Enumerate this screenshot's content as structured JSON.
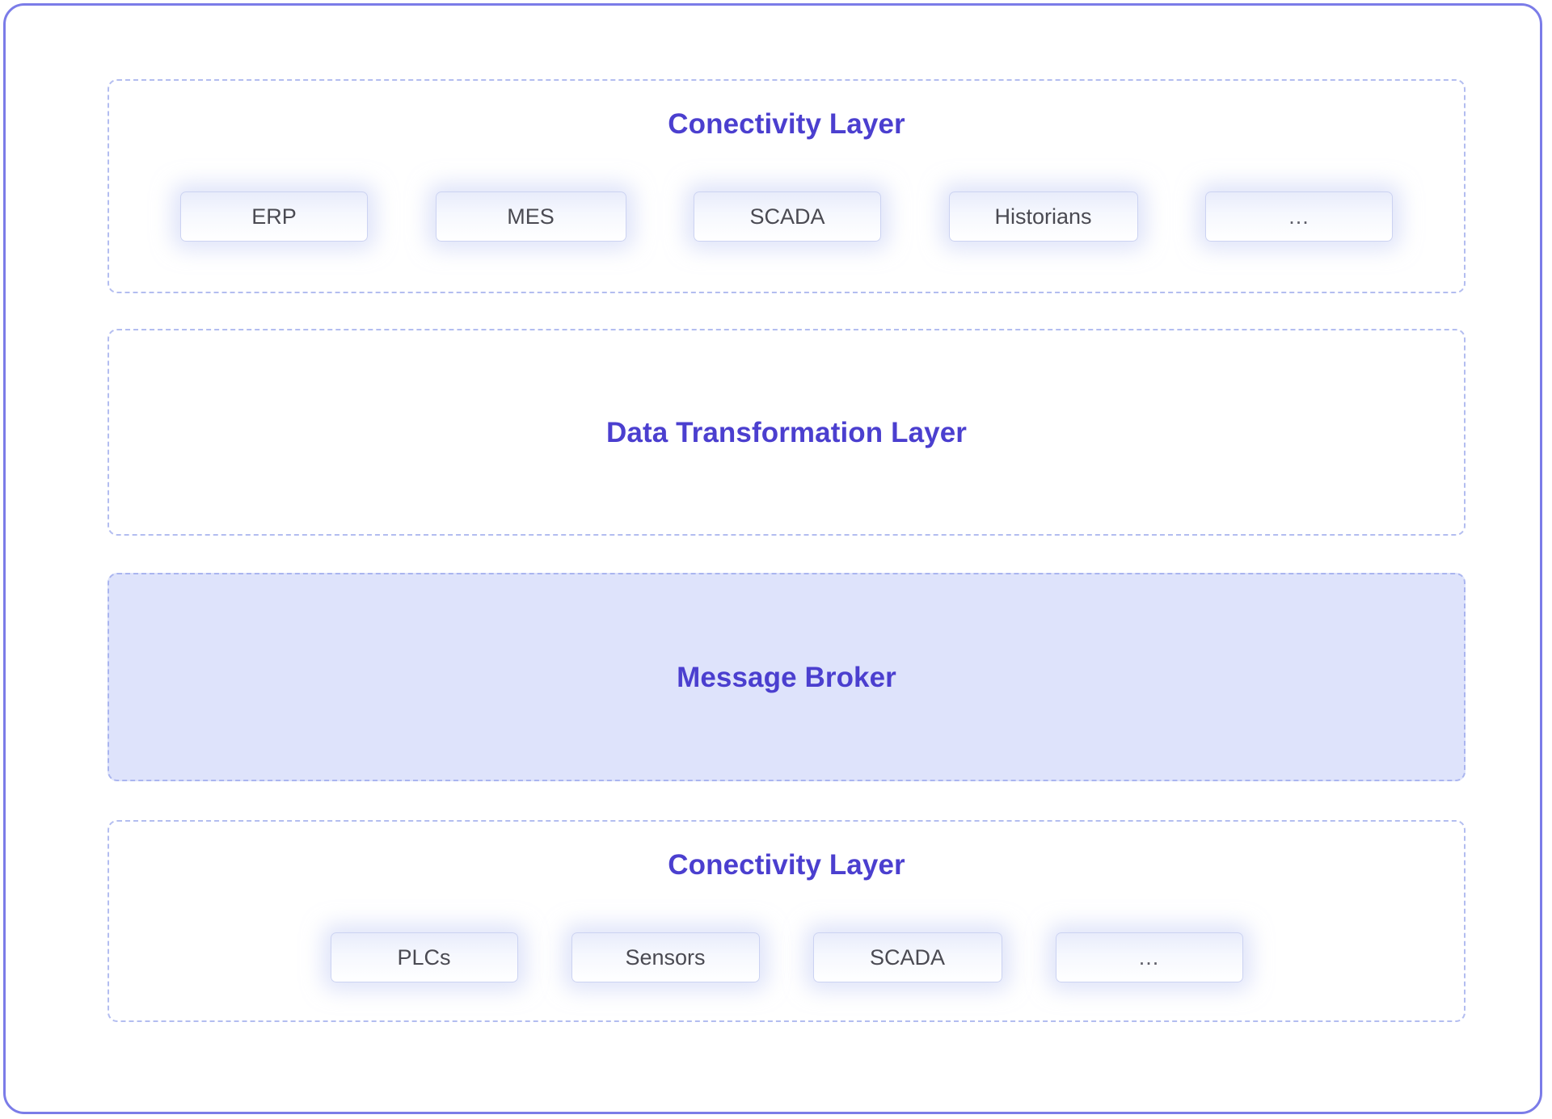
{
  "diagram": {
    "frame_color": "#7b7ce8",
    "accent_color": "#4b3fcf",
    "panel_border_color": "#b3bdf0",
    "highlight_fill": "#dee3fb",
    "node_text_color": "#4a4a52",
    "layers": [
      {
        "id": "connectivity-top",
        "title": "Conectivity Layer",
        "highlighted": false,
        "nodes": [
          {
            "label": "ERP"
          },
          {
            "label": "MES"
          },
          {
            "label": "SCADA"
          },
          {
            "label": "Historians"
          },
          {
            "label": "..."
          }
        ]
      },
      {
        "id": "data-transformation",
        "title": "Data Transformation Layer",
        "highlighted": false,
        "nodes": []
      },
      {
        "id": "message-broker",
        "title": "Message Broker",
        "highlighted": true,
        "nodes": []
      },
      {
        "id": "connectivity-bottom",
        "title": "Conectivity Layer",
        "highlighted": false,
        "nodes": [
          {
            "label": "PLCs"
          },
          {
            "label": "Sensors"
          },
          {
            "label": "SCADA"
          },
          {
            "label": "..."
          }
        ]
      }
    ]
  }
}
